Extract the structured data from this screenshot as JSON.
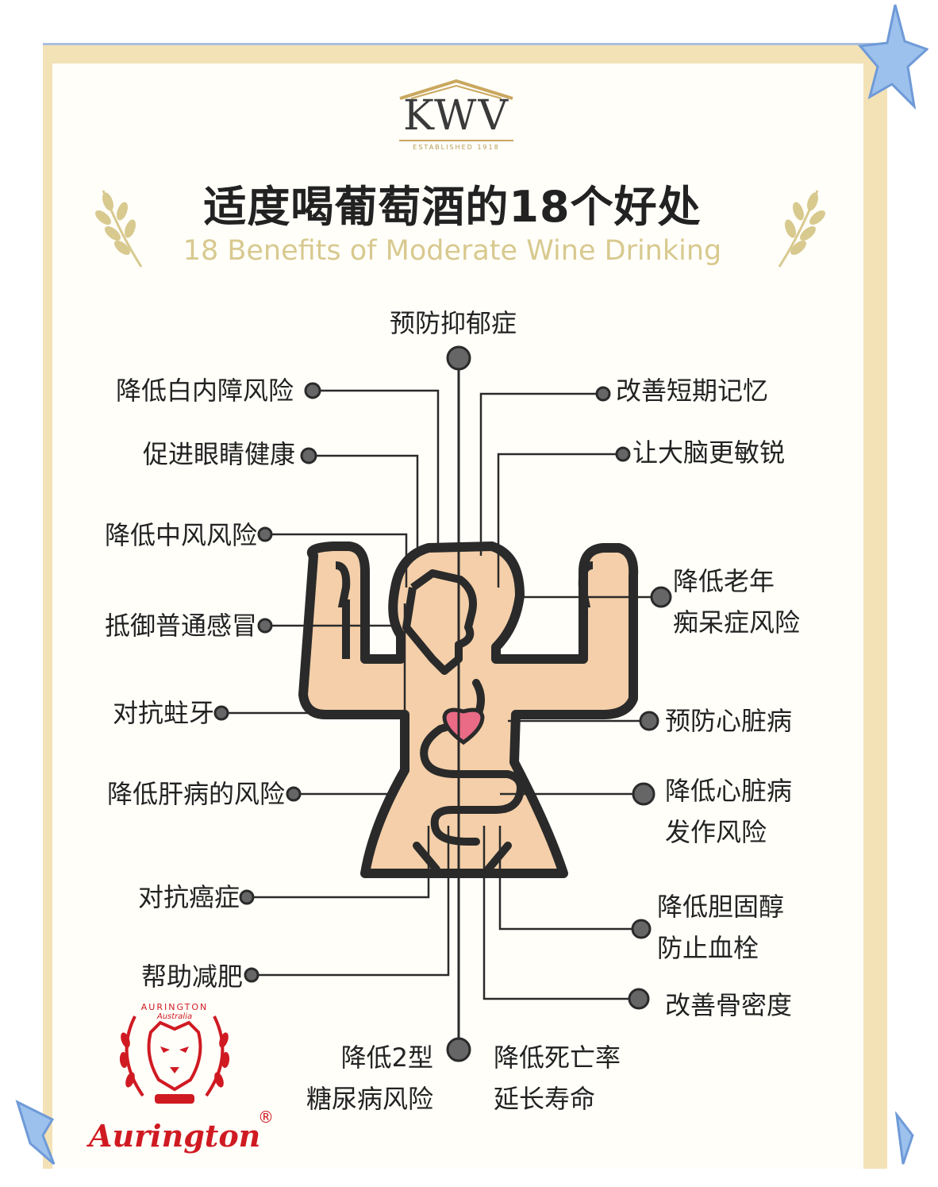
{
  "logo": {
    "brand": "KWV",
    "established": "ESTABLISHED 1918"
  },
  "title": {
    "zh": "适度喝葡萄酒的18个好处",
    "en": "18 Benefits of Moderate Wine Drinking"
  },
  "benefits": {
    "top": "预防抑郁症",
    "left_1": "降低白内障风险",
    "left_2": "促进眼睛健康",
    "left_3": "降低中风风险",
    "left_4": "抵御普通感冒",
    "left_5": "对抗蛀牙",
    "left_6": "降低肝病的风险",
    "left_7": "对抗癌症",
    "left_8": "帮助减肥",
    "right_1": "改善短期记忆",
    "right_2": "让大脑更敏锐",
    "right_3a": "降低老年",
    "right_3b": "痴呆症风险",
    "right_4": "预防心脏病",
    "right_5a": "降低心脏病",
    "right_5b": "发作风险",
    "right_6a": "降低胆固醇",
    "right_6b": "防止血栓",
    "right_7": "改善骨密度",
    "bottom_left_a": "降低2型",
    "bottom_left_b": "糖尿病风险",
    "bottom_right_a": "降低死亡率",
    "bottom_right_b": "延长寿命"
  },
  "watermark": {
    "name": "Aurington",
    "top_text": "AURINGTON",
    "sub_text": "Australia",
    "reg": "®"
  },
  "colors": {
    "frame": "#f3e2b6",
    "body_fill": "#f4cfa9",
    "heart": "#e96b86",
    "line": "#2a2a2a",
    "dot": "#666666",
    "brand_red": "#d01a22",
    "wheat": "#d8c98f"
  }
}
